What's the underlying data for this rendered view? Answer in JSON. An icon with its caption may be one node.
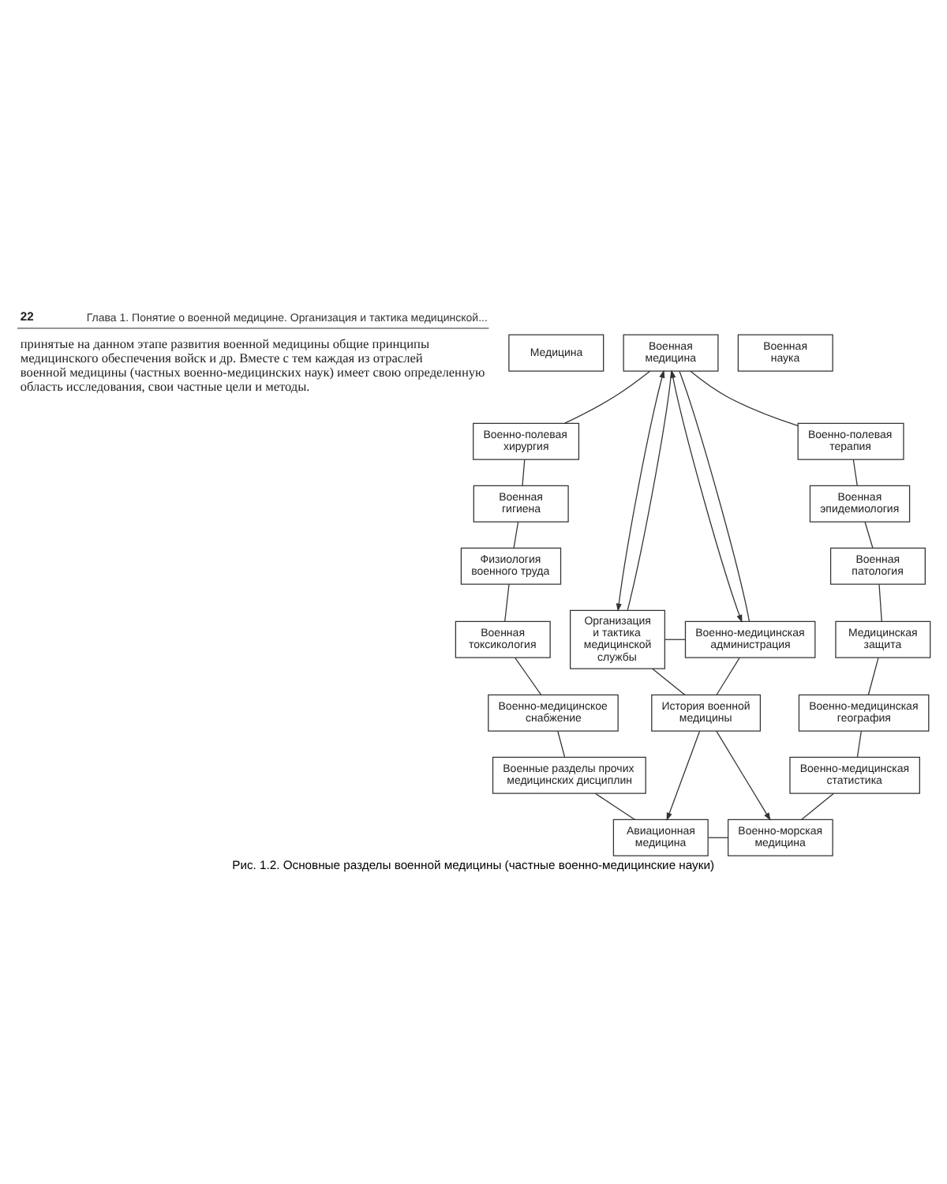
{
  "diagram": {
    "caption": "Рис. 1.2. Основные разделы военной медицины (частные военно-медицинские науки)",
    "nodes": [
      {
        "text": [
          "Медицина"
        ]
      },
      {
        "text": [
          "Военная наука"
        ]
      },
      {
        "text": [
          "Военная медицина"
        ]
      },
      {
        "text": [
          "Военно-полевая хирургия"
        ]
      },
      {
        "text": [
          "Военно-полевая терапия"
        ]
      },
      {
        "text": [
          "Военная гигиена"
        ]
      },
      {
        "text": [
          "Военная эпидемиология"
        ]
      },
      {
        "text": [
          "Физиология военного труда"
        ]
      },
      {
        "text": [
          "Военная патология"
        ]
      },
      {
        "text": [
          "Военная токсикология"
        ]
      },
      {
        "text": [
          "Организация и тактика медицинской службы"
        ]
      },
      {
        "text": [
          "Военно-медицинская администрация"
        ]
      },
      {
        "text": [
          "Медицинская защита"
        ]
      },
      {
        "text": [
          "Военно-медицинское снабжение"
        ]
      },
      {
        "text": [
          "История военной медицины"
        ]
      },
      {
        "text": [
          "Военно-медицинская география"
        ]
      },
      {
        "text": [
          "Военные разделы прочих медицинских дисциплин"
        ]
      },
      {
        "text": [
          "Военно-медицинская статистика"
        ]
      },
      {
        "text": [
          "Авиационная медицина"
        ]
      },
      {
        "text": [
          "Военно-морская медицина"
        ]
      }
    ],
    "edges": [
      {
        "from": 2,
        "to": 3,
        "arrow": "none"
      },
      {
        "from": 2,
        "to": 4,
        "arrow": "none"
      },
      {
        "from": 2,
        "to": 10,
        "arrow": "both"
      },
      {
        "from": 2,
        "to": 11,
        "arrow": "both"
      },
      {
        "from": 2,
        "to": 10,
        "arrow": "none"
      },
      {
        "from": 2,
        "to": 11,
        "arrow": "none"
      },
      {
        "from": 3,
        "to": 5,
        "arrow": "none"
      },
      {
        "from": 4,
        "to": 6,
        "arrow": "none"
      },
      {
        "from": 5,
        "to": 7,
        "arrow": "none"
      },
      {
        "from": 6,
        "to": 8,
        "arrow": "none"
      },
      {
        "from": 7,
        "to": 9,
        "arrow": "none"
      },
      {
        "from": 8,
        "to": 12,
        "arrow": "none"
      },
      {
        "from": 9,
        "to": 13,
        "arrow": "none"
      },
      {
        "from": 12,
        "to": 15,
        "arrow": "none"
      },
      {
        "from": 10,
        "to": 11,
        "arrow": "none"
      },
      {
        "from": 10,
        "to": 14,
        "arrow": "none"
      },
      {
        "from": 11,
        "to": 14,
        "arrow": "none"
      },
      {
        "from": 13,
        "to": 16,
        "arrow": "none"
      },
      {
        "from": 15,
        "to": 17,
        "arrow": "none"
      },
      {
        "from": 16,
        "to": 18,
        "arrow": "none"
      },
      {
        "from": 17,
        "to": 19,
        "arrow": "none"
      },
      {
        "from": 14,
        "to": 18,
        "arrow": "to"
      },
      {
        "from": 14,
        "to": 19,
        "arrow": "to"
      },
      {
        "from": 18,
        "to": 19,
        "arrow": "none"
      }
    ],
    "labels": [
      "22",
      "Глава 1. Понятие о военной медицине. Организация и тактика медицинской...",
      "принятые на данном этапе развития военной медицины общие принципы медицинского обеспечения войск и др. Вместе с тем каждая из отраслей военной медицины (частных военно-медицинских наук) имеет свою определенную область исследования, свои частные цели и методы."
    ]
  }
}
